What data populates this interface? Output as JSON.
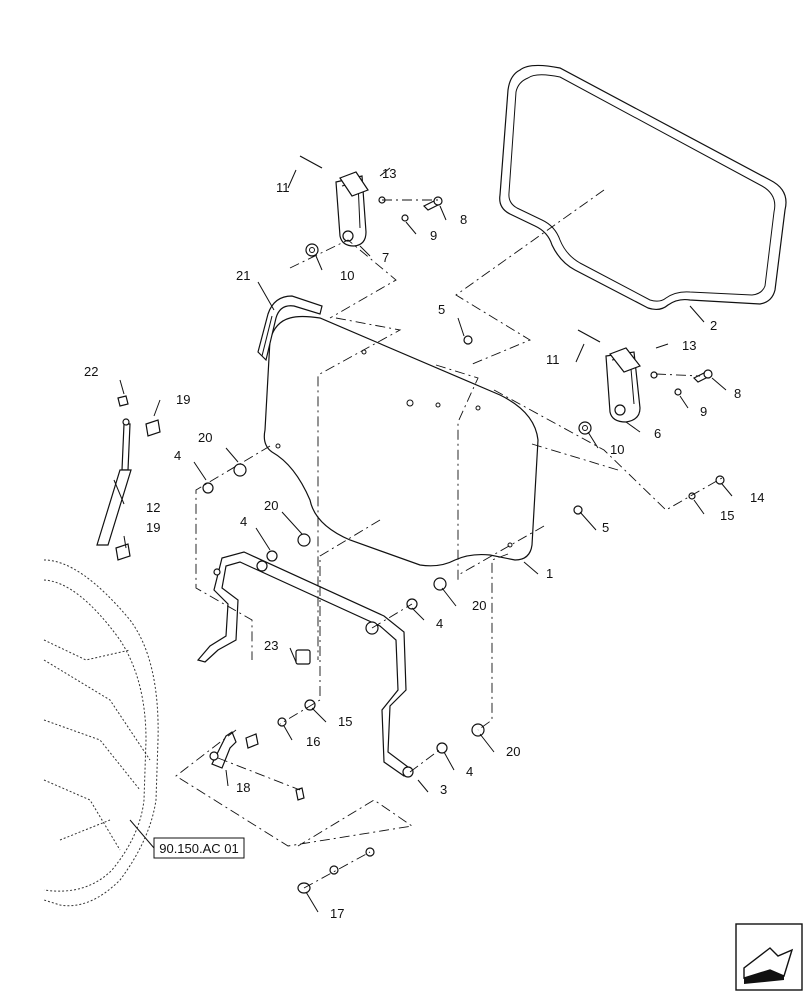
{
  "reference_link": "90.150.AC 01",
  "callouts": {
    "c1": "1",
    "c2": "2",
    "c3": "3",
    "c4a": "4",
    "c4b": "4",
    "c4c": "4",
    "c4d": "4",
    "c5a": "5",
    "c5b": "5",
    "c6": "6",
    "c7": "7",
    "c8a": "8",
    "c8b": "8",
    "c9a": "9",
    "c9b": "9",
    "c10a": "10",
    "c10b": "10",
    "c11a": "11",
    "c11b": "11",
    "c12": "12",
    "c13a": "13",
    "c13b": "13",
    "c14": "14",
    "c15a": "15",
    "c15b": "15",
    "c16": "16",
    "c17": "17",
    "c18": "18",
    "c19a": "19",
    "c19b": "19",
    "c20a": "20",
    "c20b": "20",
    "c20c": "20",
    "c20d": "20",
    "c21": "21",
    "c22": "22",
    "c23": "23"
  },
  "icons": {
    "nav": "arrow-navigation-icon"
  }
}
